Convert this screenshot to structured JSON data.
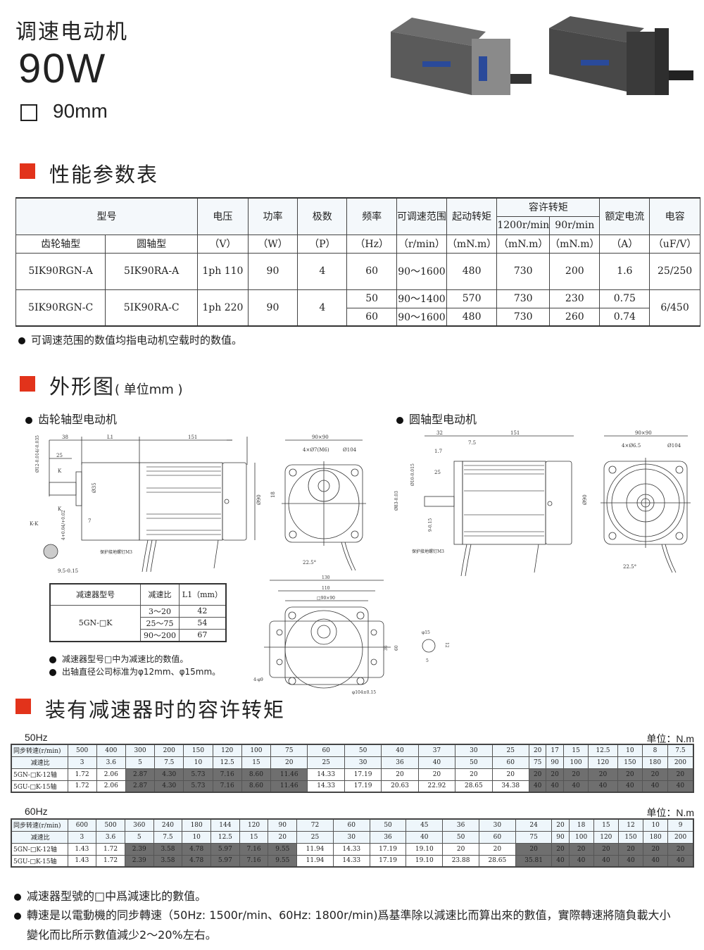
{
  "header": {
    "title": "调速电动机",
    "power": "90W",
    "size": "90mm"
  },
  "section1": {
    "title": "性能参数表"
  },
  "spec_table": {
    "h_model": "型号",
    "h_voltage": "电压",
    "h_power": "功率",
    "h_poles": "极数",
    "h_freq": "频率",
    "h_speed_range": "可调速范围",
    "h_start_torque": "起动转矩",
    "h_allow_torque": "容许转矩",
    "h_1200": "1200r/min",
    "h_90": "90r/min",
    "h_current": "额定电流",
    "h_cap": "电容",
    "u_gear": "齿轮轴型",
    "u_round": "圆轴型",
    "u_v": "（V）",
    "u_w": "（W）",
    "u_p": "（P）",
    "u_hz": "（Hz）",
    "u_rmin": "（r/min）",
    "u_mnm1": "（mN.m）",
    "u_mnm2": "（mN.m）",
    "u_mnm3": "（mN.m）",
    "u_a": "（A）",
    "u_cap": "（uF/V）",
    "row_a": {
      "gear": "5IK90RGN-A",
      "round": "5IK90RA-A",
      "voltage": "1ph 110",
      "power": "90",
      "poles": "4",
      "freq": "60",
      "range": "90～1600",
      "start": "480",
      "t1200": "730",
      "t90": "200",
      "current": "1.6",
      "cap": "25/250"
    },
    "row_c": {
      "gear": "5IK90RGN-C",
      "round": "5IK90RA-C",
      "voltage": "1ph 220",
      "power": "90",
      "poles": "4",
      "cap": "6/450",
      "sub": [
        {
          "freq": "50",
          "range": "90～1400",
          "start": "570",
          "t1200": "730",
          "t90": "230",
          "current": "0.75"
        },
        {
          "freq": "60",
          "range": "90～1600",
          "start": "480",
          "t1200": "730",
          "t90": "260",
          "current": "0.74"
        }
      ]
    }
  },
  "spec_note": "可调速范围的数值均指电动机空载时的数值。",
  "section2": {
    "title": "外形图",
    "unit": "( 单位mm )",
    "gear_label": "齿轮轴型电动机",
    "round_label": "圆轴型电动机"
  },
  "drawing_gear": {
    "d38": "38",
    "dL1": "L1",
    "d151": "151",
    "d25": "25",
    "d12": "Ø12-0.014/-0.035",
    "k1": "K",
    "k2": "K",
    "d35": "Ø35",
    "d7": "7",
    "kk": "K-K",
    "d4": "4+0.04/+0.02",
    "d95": "9.5-0.15",
    "ground": "保护接地螺钉M3",
    "d90": "Ø90",
    "f9090": "90×90",
    "f4x7": "4×Ø7(M6)",
    "f104": "Ø104",
    "f18": "18",
    "f225": "22.5°"
  },
  "drawing_round": {
    "d32": "32",
    "d151": "151",
    "d75": "7.5",
    "d17": "1.7",
    "d25": "25",
    "d10": "Ø10-0.015",
    "d83": "Ø83-0.03",
    "d9": "9-0.15",
    "ground": "保护接地螺钉M3",
    "d90": "Ø90",
    "f9090": "90×90",
    "f4x65": "4×Ø6.5",
    "f104": "Ø104",
    "f225": "22.5°"
  },
  "gearbox": {
    "d130": "130",
    "d110": "110",
    "d9090": "□90×90",
    "d36": "36",
    "d60": "60",
    "d4x9": "4-φ9",
    "d104": "φ104±0.15",
    "d15": "φ15",
    "d12": "12",
    "d5": "5"
  },
  "l1_table": {
    "h1": "减速器型号",
    "h2": "减速比",
    "h3": "L1（mm）",
    "model": "5GN-□K",
    "rows": [
      {
        "ratio": "3～20",
        "l1": "42"
      },
      {
        "ratio": "25～75",
        "l1": "54"
      },
      {
        "ratio": "90～200",
        "l1": "67"
      }
    ]
  },
  "gear_notes": [
    "减速器型号□中为减速比的数值。",
    "出轴直径公司标准为φ12mm、φ15mm。"
  ],
  "section3": {
    "title": "装有减速器时的容许转矩"
  },
  "torque_tables": [
    {
      "freq": "50Hz",
      "unit": "单位：N.m",
      "rows": [
        {
          "label": "同步转速(r/min)",
          "values": [
            "500",
            "400",
            "300",
            "200",
            "150",
            "120",
            "100",
            "75",
            "60",
            "50",
            "40",
            "37",
            "30",
            "25",
            "20",
            "17",
            "15",
            "12.5",
            "10",
            "8",
            "7.5"
          ]
        },
        {
          "label": "减速比",
          "values": [
            "3",
            "3.6",
            "5",
            "7.5",
            "10",
            "12.5",
            "15",
            "20",
            "25",
            "30",
            "36",
            "40",
            "50",
            "60",
            "75",
            "90",
            "100",
            "120",
            "150",
            "180",
            "200"
          ]
        },
        {
          "label": "5GN-□K-12轴",
          "values": [
            "1.72",
            "2.06",
            "2.87",
            "4.30",
            "5.73",
            "7.16",
            "8.60",
            "11.46",
            "14.33",
            "17.19",
            "20",
            "20",
            "20",
            "20",
            "20",
            "20",
            "20",
            "20",
            "20",
            "20",
            "20"
          ]
        },
        {
          "label": "5GU-□K-15轴",
          "values": [
            "1.72",
            "2.06",
            "2.87",
            "4.30",
            "5.73",
            "7.16",
            "8.60",
            "11.46",
            "14.33",
            "17.19",
            "20.63",
            "22.92",
            "28.65",
            "34.38",
            "40",
            "40",
            "40",
            "40",
            "40",
            "40",
            "40"
          ]
        }
      ]
    },
    {
      "freq": "60Hz",
      "unit": "单位：N.m",
      "rows": [
        {
          "label": "同步转速(r/min)",
          "values": [
            "600",
            "500",
            "360",
            "240",
            "180",
            "144",
            "120",
            "90",
            "72",
            "60",
            "50",
            "45",
            "36",
            "30",
            "24",
            "20",
            "18",
            "15",
            "12",
            "10",
            "9"
          ]
        },
        {
          "label": "减速比",
          "values": [
            "3",
            "3.6",
            "5",
            "7.5",
            "10",
            "12.5",
            "15",
            "20",
            "25",
            "30",
            "36",
            "40",
            "50",
            "60",
            "75",
            "90",
            "100",
            "120",
            "150",
            "180",
            "200"
          ]
        },
        {
          "label": "5GN-□K-12轴",
          "values": [
            "1.43",
            "1.72",
            "2.39",
            "3.58",
            "4.78",
            "5.97",
            "7.16",
            "9.55",
            "11.94",
            "14.33",
            "17.19",
            "19.10",
            "20",
            "20",
            "20",
            "20",
            "20",
            "20",
            "20",
            "20",
            "20"
          ]
        },
        {
          "label": "5GU-□K-15轴",
          "values": [
            "1.43",
            "1.72",
            "2.39",
            "3.58",
            "4.78",
            "5.97",
            "7.16",
            "9.55",
            "11.94",
            "14.33",
            "17.19",
            "19.10",
            "23.88",
            "28.65",
            "35.81",
            "40",
            "40",
            "40",
            "40",
            "40",
            "40"
          ]
        }
      ]
    }
  ],
  "footer_notes": [
    "减速器型號的□中爲減速比的數值。",
    "轉速是以電動機的同步轉速（50Hz: 1500r/min、60Hz: 1800r/min)爲基準除以減速比而算出來的數值，實際轉速將隨負載大小變化而比所示數值減少2～20%左右。"
  ],
  "colors": {
    "accent": "#e2331b",
    "shade": "#6f6f6f",
    "header_tint": "#eef6fb"
  }
}
